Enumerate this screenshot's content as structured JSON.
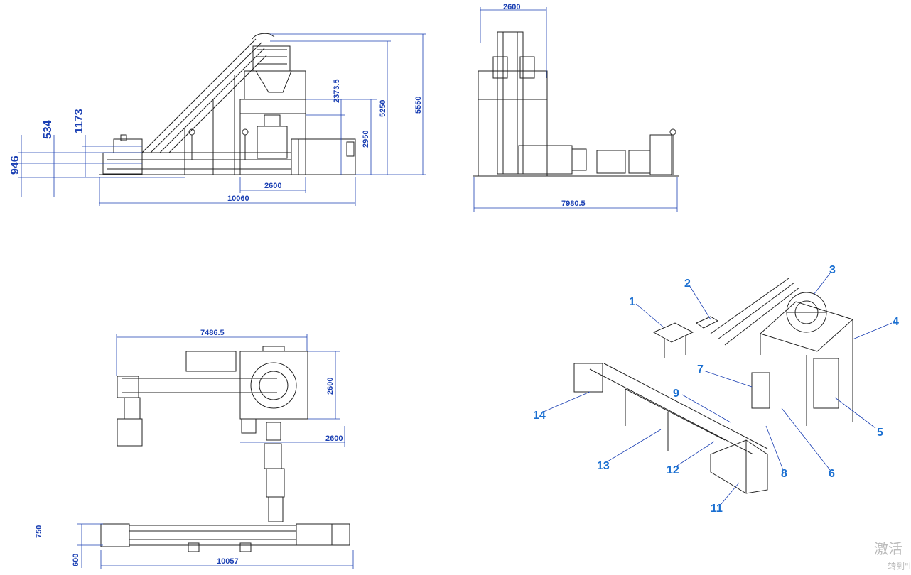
{
  "side_view": {
    "dim_total_width": "10060",
    "dim_platform_width": "2600",
    "dim_h1": "2373.5",
    "dim_h2": "2950",
    "dim_h3": "5250",
    "dim_h4": "5550",
    "dim_left_946": "946",
    "dim_left_534": "534",
    "dim_left_1173": "1173"
  },
  "front_view": {
    "dim_top": "2600",
    "dim_width": "7980.5"
  },
  "top_view": {
    "dim_top_width": "7486.5",
    "dim_platform_h": "2600",
    "dim_platform_w": "2600",
    "dim_conv_h": "750",
    "dim_conv_offset": "600",
    "dim_bottom_width": "10057"
  },
  "iso_view": {
    "labels": [
      "1",
      "2",
      "3",
      "4",
      "5",
      "6",
      "7",
      "8",
      "9",
      "11",
      "12",
      "13",
      "14"
    ]
  },
  "watermark": {
    "line1": "激活",
    "line2": "转到\"i"
  }
}
